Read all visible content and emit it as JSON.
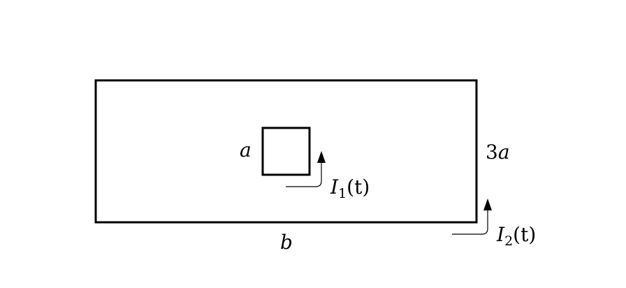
{
  "diagram": {
    "description": "Small square loop of side a with current I1(t) centered inside a large rectangular loop of width b and height 3a carrying current I2(t)",
    "large_loop": {
      "width_label": "b",
      "height_label": "3a",
      "height_coef": "3",
      "height_var": "a",
      "current_symbol": "I",
      "current_subscript": "2",
      "current_arg": "(t)"
    },
    "small_loop": {
      "side_label": "a",
      "current_symbol": "I",
      "current_subscript": "1",
      "current_arg": "(t)"
    },
    "colors": {
      "stroke": "#000000",
      "background": "#ffffff"
    }
  }
}
